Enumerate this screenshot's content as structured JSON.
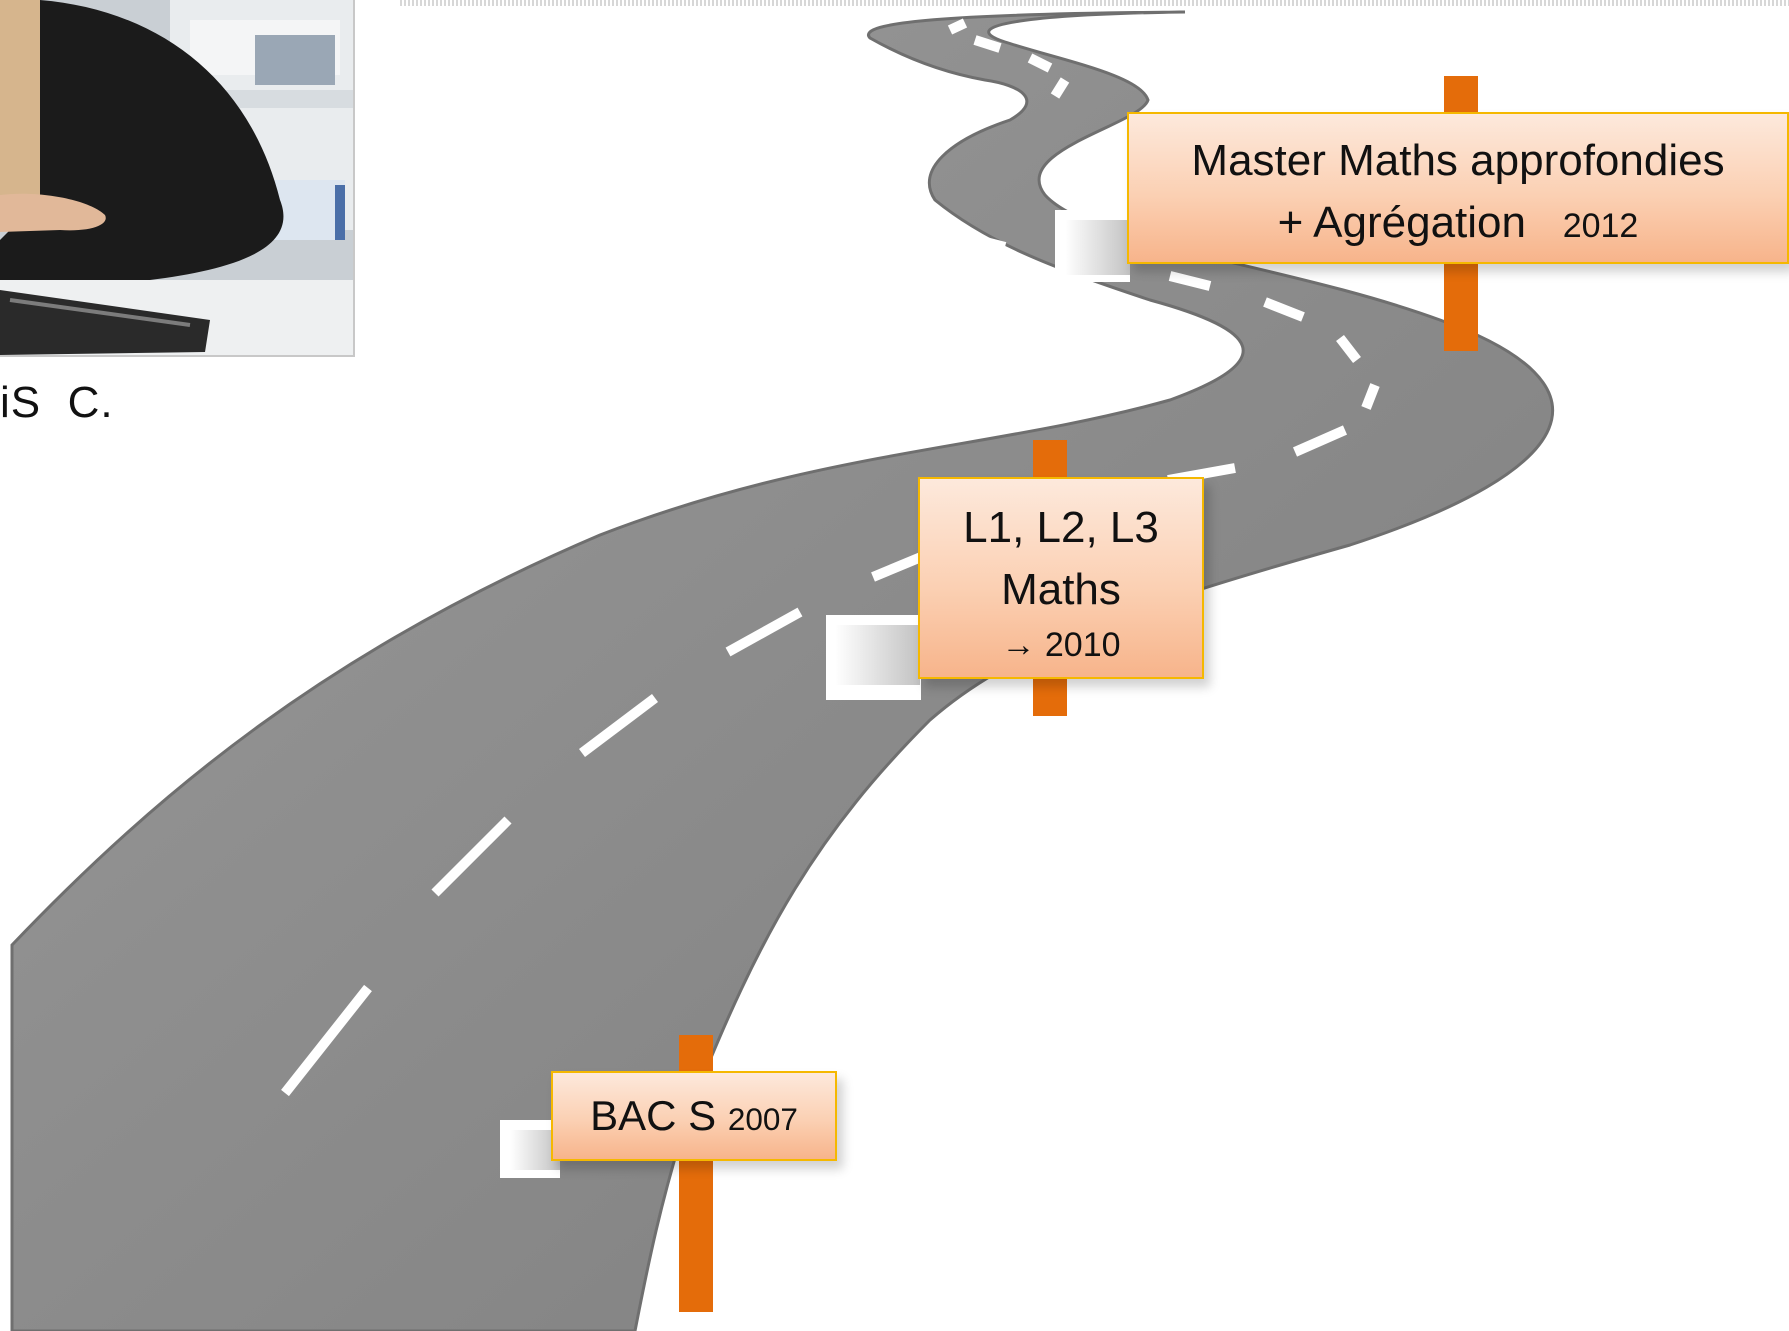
{
  "caption_fragment": "iS  C.",
  "colors": {
    "road": "#8a8a8a",
    "road_edge": "#6f6f6f",
    "lane_marking": "#ffffff",
    "post": "#e46c0a",
    "sign_border": "#f5b800",
    "sign_fill_top": "#fde9dc",
    "sign_fill_bottom": "#f7b48b"
  },
  "signs": {
    "bac": {
      "main": "BAC S",
      "year": "2007"
    },
    "licence": {
      "line1": "L1, L2, L3",
      "line2": "Maths",
      "year": "→ 2010"
    },
    "master": {
      "line1": "Master Maths approfondies",
      "line2": "+ Agrégation",
      "year": "2012"
    }
  },
  "icons": {
    "photo": "student-reading-photo"
  }
}
